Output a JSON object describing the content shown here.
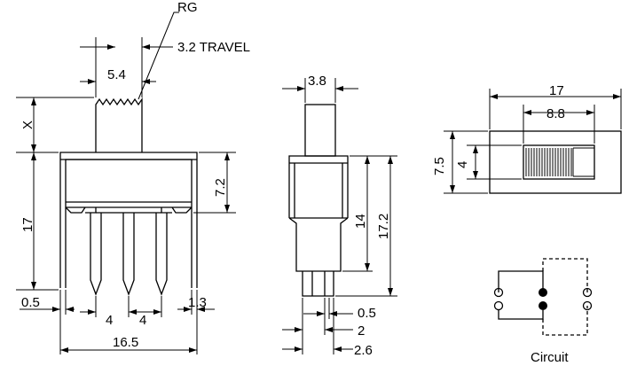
{
  "dimensions": {
    "rg": "RG",
    "travel": "3.2 TRAVEL",
    "knob_width": "5.4",
    "x": "X",
    "height_17": "17",
    "body_7_2": "7.2",
    "pin_0_5": "0.5",
    "pitch_left": "4",
    "pitch_right": "4",
    "pin_1_3": "1.3",
    "total_16_5": "16.5",
    "side_3_8": "3.8",
    "side_14": "14",
    "side_17_2": "17.2",
    "side_0_5": "0.5",
    "side_2": "2",
    "side_2_6": "2.6",
    "top_17": "17",
    "top_8_8": "8.8",
    "top_7_5": "7.5",
    "top_4": "4"
  },
  "circuit": {
    "label": "Circuit"
  }
}
